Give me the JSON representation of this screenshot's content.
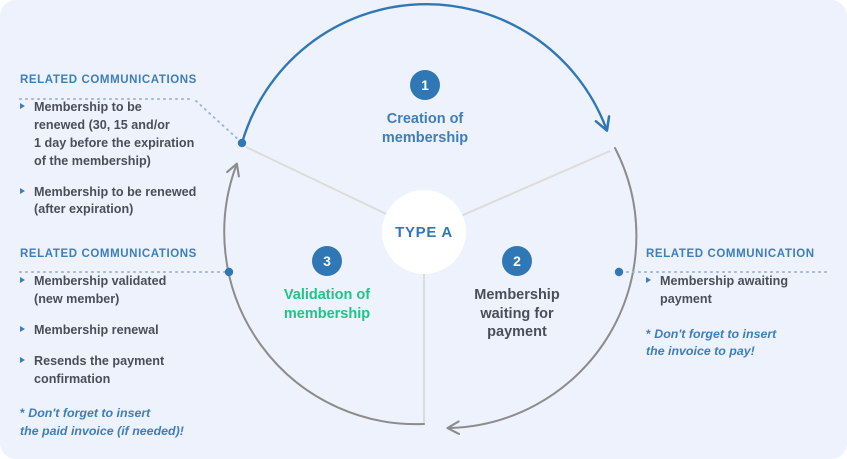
{
  "theme": {
    "background": "#eef2fd",
    "accent_blue": "#2f78b5",
    "link_blue": "#3d7ebd",
    "green": "#21c486",
    "dark_text": "#4a4f57",
    "arc_gray": "#8c8c8c",
    "hub_fill": "#ffffff"
  },
  "center": {
    "label": "TYPE A"
  },
  "nodes": [
    {
      "number": "1",
      "label": "Creation of\nmembership"
    },
    {
      "number": "2",
      "label": "Membership\nwaiting for\npayment"
    },
    {
      "number": "3",
      "label": "Validation of\nmembership"
    }
  ],
  "panels": {
    "top_left": {
      "title": "RELATED COMMUNICATIONS",
      "items": [
        "Membership to be\nrenewed (30, 15 and/or\n1 day before the expiration\nof the membership)",
        "Membership to be renewed\n(after expiration)"
      ],
      "note": ""
    },
    "bottom_left": {
      "title": "RELATED COMMUNICATIONS",
      "items": [
        "Membership validated\n(new member)",
        "Membership renewal",
        "Resends the payment\nconfirmation"
      ],
      "note_star": "*",
      "note": " Don't forget to insert\n the paid invoice (if needed)!"
    },
    "right": {
      "title": "RELATED COMMUNICATION",
      "items": [
        "Membership awaiting\npayment"
      ],
      "note_star": "*",
      "note": " Don't forget to insert\n the invoice to pay!"
    }
  }
}
